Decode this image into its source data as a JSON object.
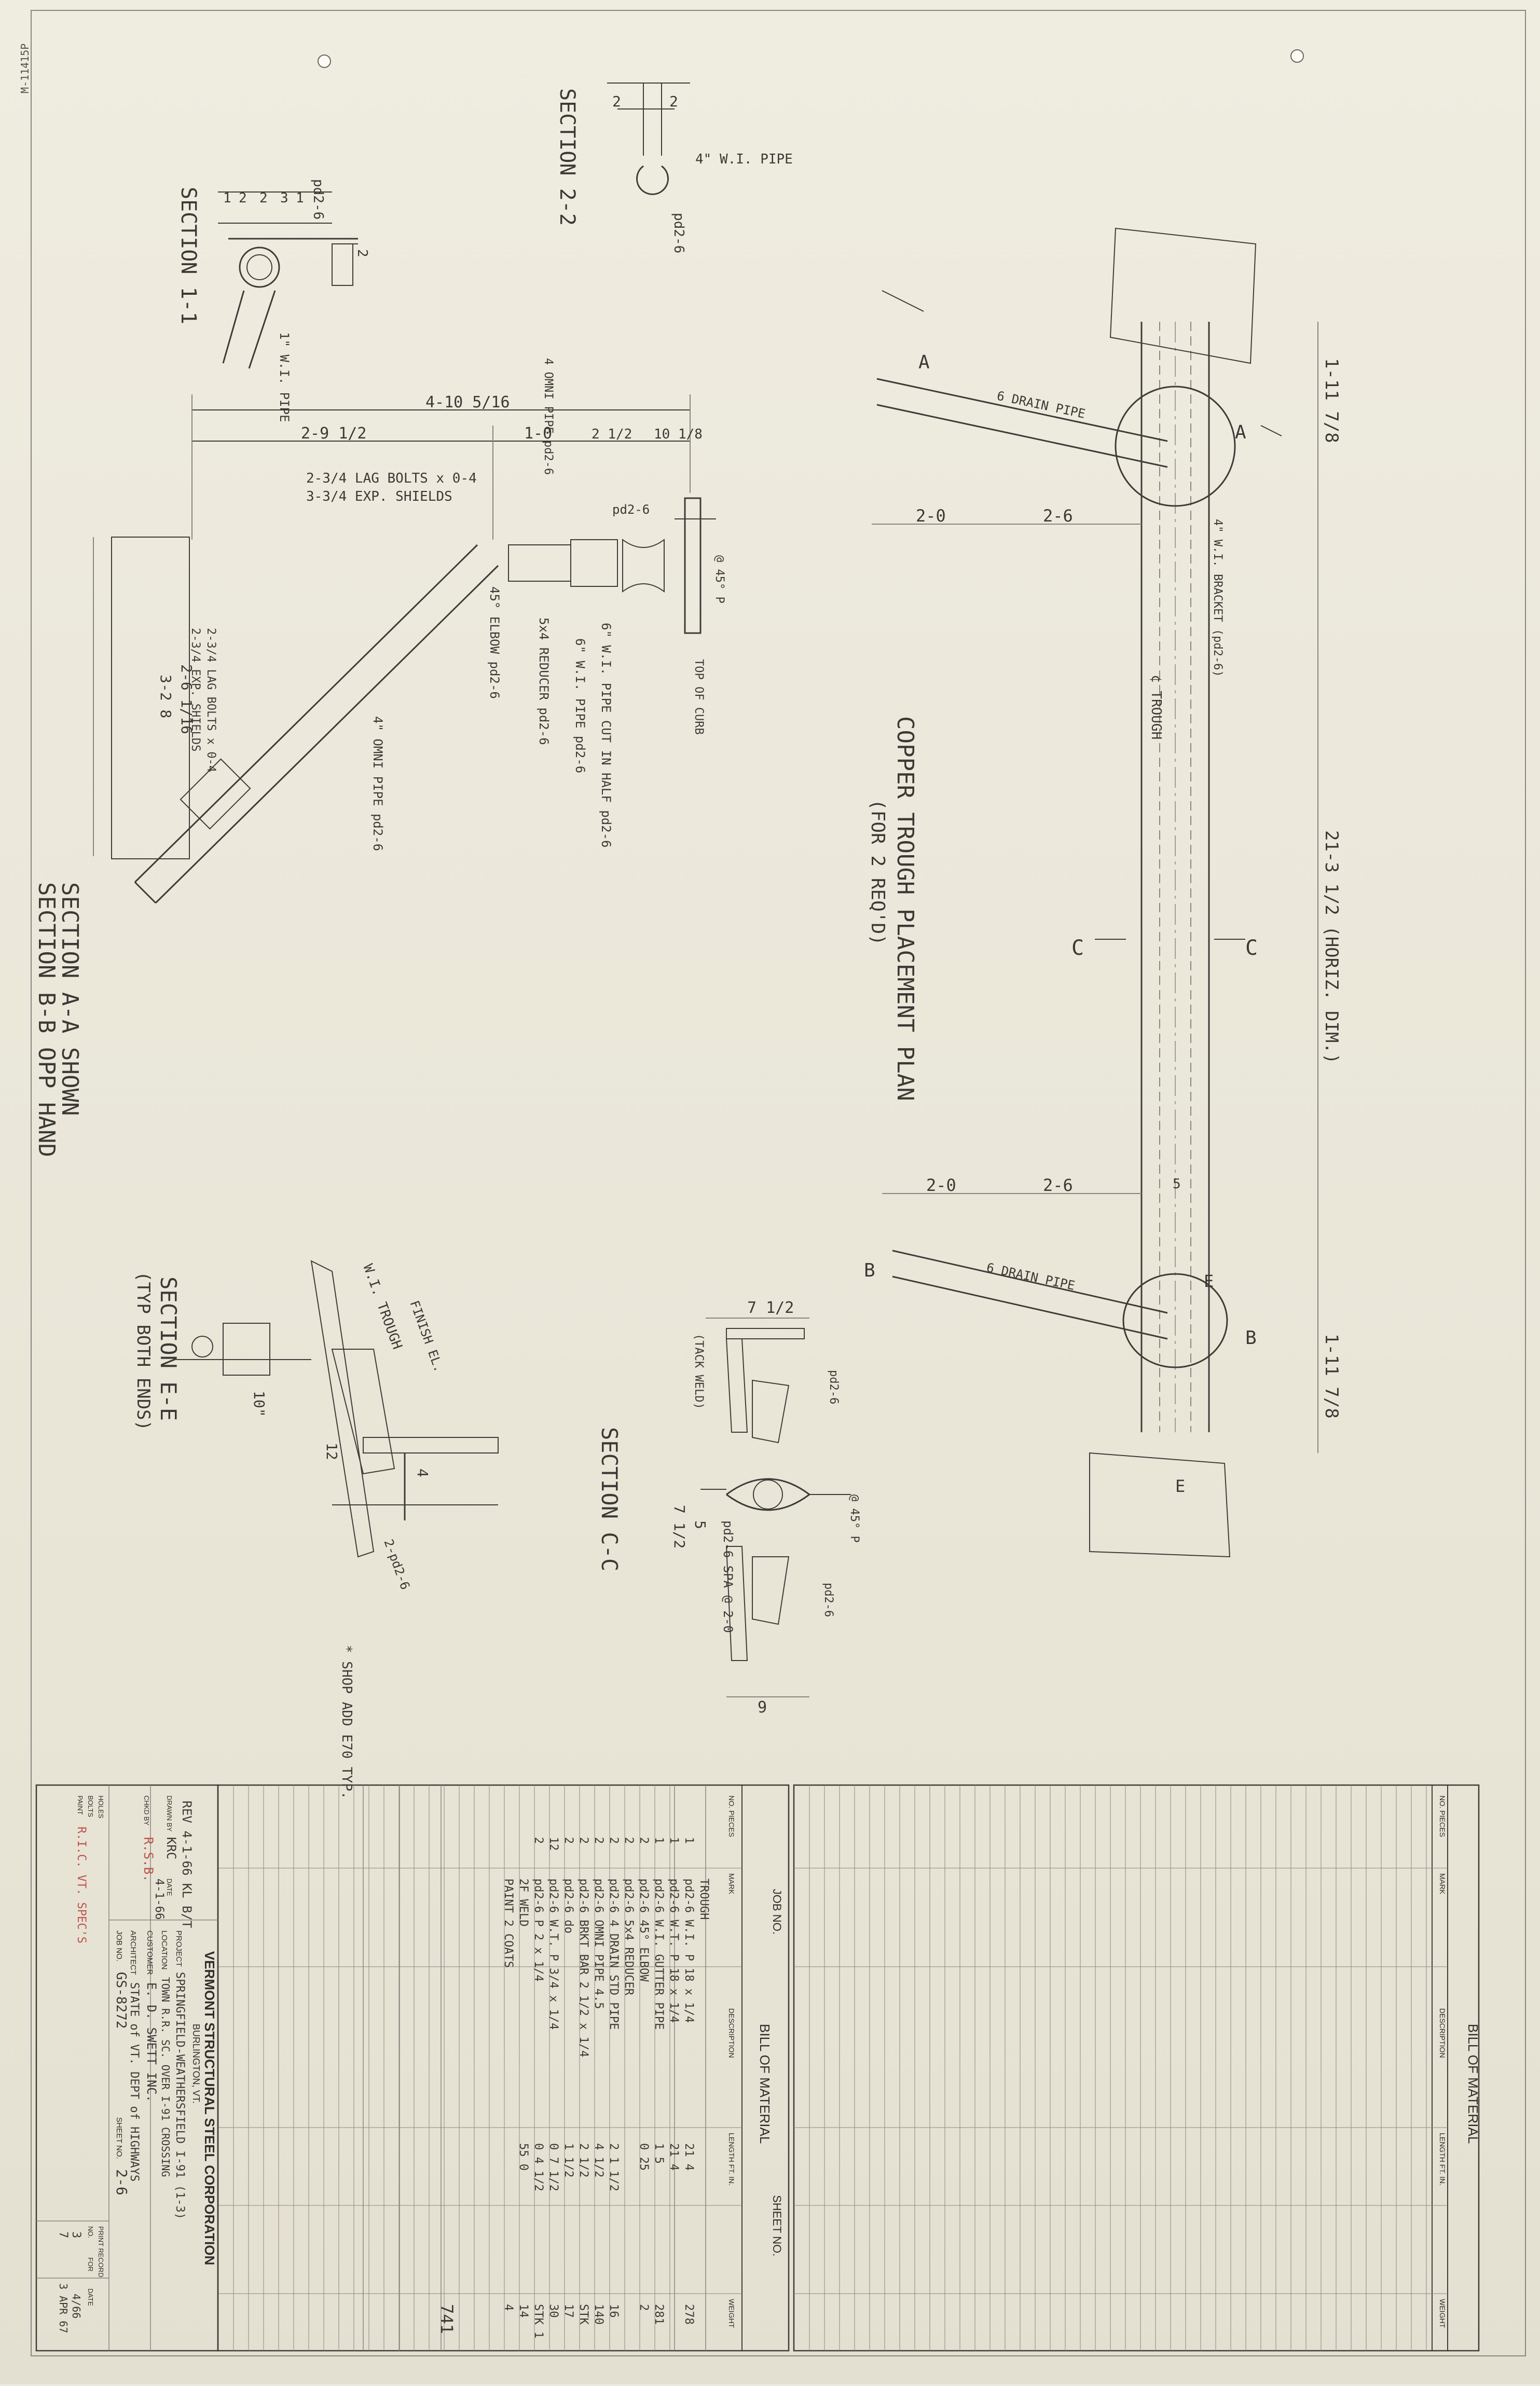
{
  "corner_code": "M-11415P",
  "section_1_1": {
    "title": "SECTION 1-1",
    "plate_label": "pd2-6",
    "dims": [
      "1",
      "2",
      "2",
      "3",
      "1",
      "2"
    ],
    "pipe_label": "1\" W.I. PIPE"
  },
  "section_2_2": {
    "title": "SECTION 2-2",
    "dims": [
      "2",
      "2"
    ],
    "pipe_label": "4\" W.I. PIPE",
    "plate_label": "pd2-6"
  },
  "section_aa": {
    "overall": "4-10 5/16",
    "dims_top": [
      "2-9 1/2",
      "1-0",
      "2 1/2",
      "10 1/8"
    ],
    "notes": [
      "4 OMNI PIPE pd2-6",
      "2-3/4 LAG BOLTS x 0-4",
      "3-3/4 EXP. SHIELDS",
      "pd2-6",
      "6\" W.I. PIPE CUT IN HALF pd2-6",
      "6\" W.I. PIPE pd2-6",
      "5x4 REDUCER pd2-6",
      "45° ELBOW pd2-6",
      "4\" OMNI PIPE pd2-6",
      "2-3/4 LAG BOLTS x 0-4",
      "2-3/4 EXP. SHIELDS",
      "TOP OF CURB",
      "@ 45° P"
    ],
    "dims_side": [
      "2-6 1/16",
      "3-2 8"
    ],
    "title_1": "SECTION A-A SHOWN",
    "title_2": "SECTION B-B OPP HAND"
  },
  "plan": {
    "title": "COPPER TROUGH PLACEMENT PLAN",
    "subtitle": "(FOR 2 REQ'D)",
    "overall": "21-3 1/2 (HORIZ. DIM.)",
    "end_dims": [
      "1-11 7/8",
      "1-11 7/8"
    ],
    "dims_a": [
      "2-0",
      "2-6"
    ],
    "dims_b": [
      "2-0",
      "2-6"
    ],
    "labels": [
      "6 DRAIN PIPE",
      "6 DRAIN PIPE",
      "4\" W.I. BRACKET (pd2-6)",
      "¢ TROUGH",
      "5"
    ],
    "cut_marks": [
      "A",
      "A",
      "B",
      "B",
      "C",
      "C",
      "E",
      "E"
    ]
  },
  "section_ee": {
    "title": "SECTION E-E",
    "subtitle": "(TYP BOTH ENDS)",
    "labels": [
      "W.I. TROUGH",
      "FINISH EL.",
      "10\"",
      "12",
      "4",
      "2-pd2-6"
    ],
    "note": "* SHOP ADD E70 TYP."
  },
  "section_cc": {
    "title": "SECTION C-C",
    "labels": [
      "(TACK WELD)",
      "pd2-6",
      "@ 45° P",
      "pd2-6 SPA @ 2-0",
      "pd2-6"
    ],
    "dims": [
      "7 1/2",
      "9",
      "7 1/2",
      "5"
    ]
  },
  "bom_left": {
    "title": "BILL OF MATERIAL",
    "job_no_label": "JOB NO.",
    "sheet_no_label": "SHEET NO.",
    "headers": [
      "NO. PIECES",
      "MARK",
      "DESCRIPTION",
      "LENGTH FT. IN.",
      "WEIGHT"
    ],
    "rows": [
      {
        "pieces": "",
        "desc": "TROUGH",
        "length": "",
        "weight": ""
      },
      {
        "pieces": "1",
        "desc": "pd2-6 W.I. P 18 x 1/4",
        "length": "21 4",
        "weight": "278"
      },
      {
        "pieces": "1",
        "desc": "pd2-6 W.T. P 18 x 1/4",
        "length": "21 4",
        "weight": ""
      },
      {
        "pieces": "1",
        "desc": "pd2-6 W.I. GUTTER PIPE",
        "length": "1 5",
        "weight": "281"
      },
      {
        "pieces": "2",
        "desc": "pd2-6 45° ELBOW",
        "length": "0 25",
        "weight": "2"
      },
      {
        "pieces": "2",
        "desc": "pd2-6 5x4 REDUCER",
        "length": "",
        "weight": ""
      },
      {
        "pieces": "2",
        "desc": "pd2-6 4 DRAIN STD PIPE",
        "length": "2 1 1/2",
        "weight": "16"
      },
      {
        "pieces": "2",
        "desc": "pd2-6 OMNI PIPE 4.5",
        "length": "4 1/2",
        "weight": "140"
      },
      {
        "pieces": "2",
        "desc": "pd2-6 BRKT BAR 2 1/2 x 1/4",
        "length": "2 1/2",
        "weight": "STK"
      },
      {
        "pieces": "2",
        "desc": "pd2-6 do",
        "length": "1 1/2",
        "weight": "17"
      },
      {
        "pieces": "12",
        "desc": "pd2-6 W.T. P 3/4 x 1/4",
        "length": "0 7 1/2",
        "weight": "30"
      },
      {
        "pieces": "2",
        "desc": "pd2-6 P 2 x 1/4",
        "length": "0 4 1/2",
        "weight": "STK 1"
      },
      {
        "pieces": "",
        "desc": "2F WELD",
        "length": "55 0",
        "weight": "14"
      },
      {
        "pieces": "",
        "desc": "PAINT 2 COATS",
        "length": "",
        "weight": "4"
      }
    ],
    "total": "741"
  },
  "bom_right": {
    "title": "BILL OF MATERIAL",
    "headers": [
      "NO. PIECES",
      "MARK",
      "DESCRIPTION",
      "LENGTH FT. IN.",
      "WEIGHT"
    ]
  },
  "title_block": {
    "company": "VERMONT STRUCTURAL STEEL CORPORATION",
    "city": "BURLINGTON, VT.",
    "drawn_by_label": "DRAWN BY",
    "drawn_by": "KRC",
    "date_label": "DATE",
    "date": "4-1-66",
    "chkd_label": "CHKD BY",
    "chkd_by": "R.S.B.",
    "rev_note": "REV 4-1-66 KL B/T",
    "project_label": "PROJECT",
    "project": "SPRINGFIELD-WEATHERSFIELD I-91 (1-3)",
    "location_label": "LOCATION",
    "location": "TOWN R.R. SC. OVER I-91 CROSSING",
    "customer_label": "CUSTOMER",
    "customer": "E. D. SWETT INC.",
    "architect_label": "ARCHITECT",
    "architect": "STATE of VT. DEPT of HIGHWAYS",
    "job_label": "JOB NO.",
    "job_no": "GS-8272",
    "sheet_label": "SHEET NO.",
    "sheet_no": "2-6",
    "holes_label": "HOLES",
    "bolts_label": "BOLTS",
    "paint_label": "PAINT",
    "paint": "R.I.C. VT. SPEC'S",
    "print_record_label": "PRINT RECORD",
    "print_headers": [
      "NO.",
      "FOR",
      "DATE"
    ],
    "print_rows": [
      {
        "no": "3",
        "for": "",
        "date": "4/66"
      },
      {
        "no": "7",
        "for": "",
        "date": "3 APR 67"
      }
    ]
  }
}
